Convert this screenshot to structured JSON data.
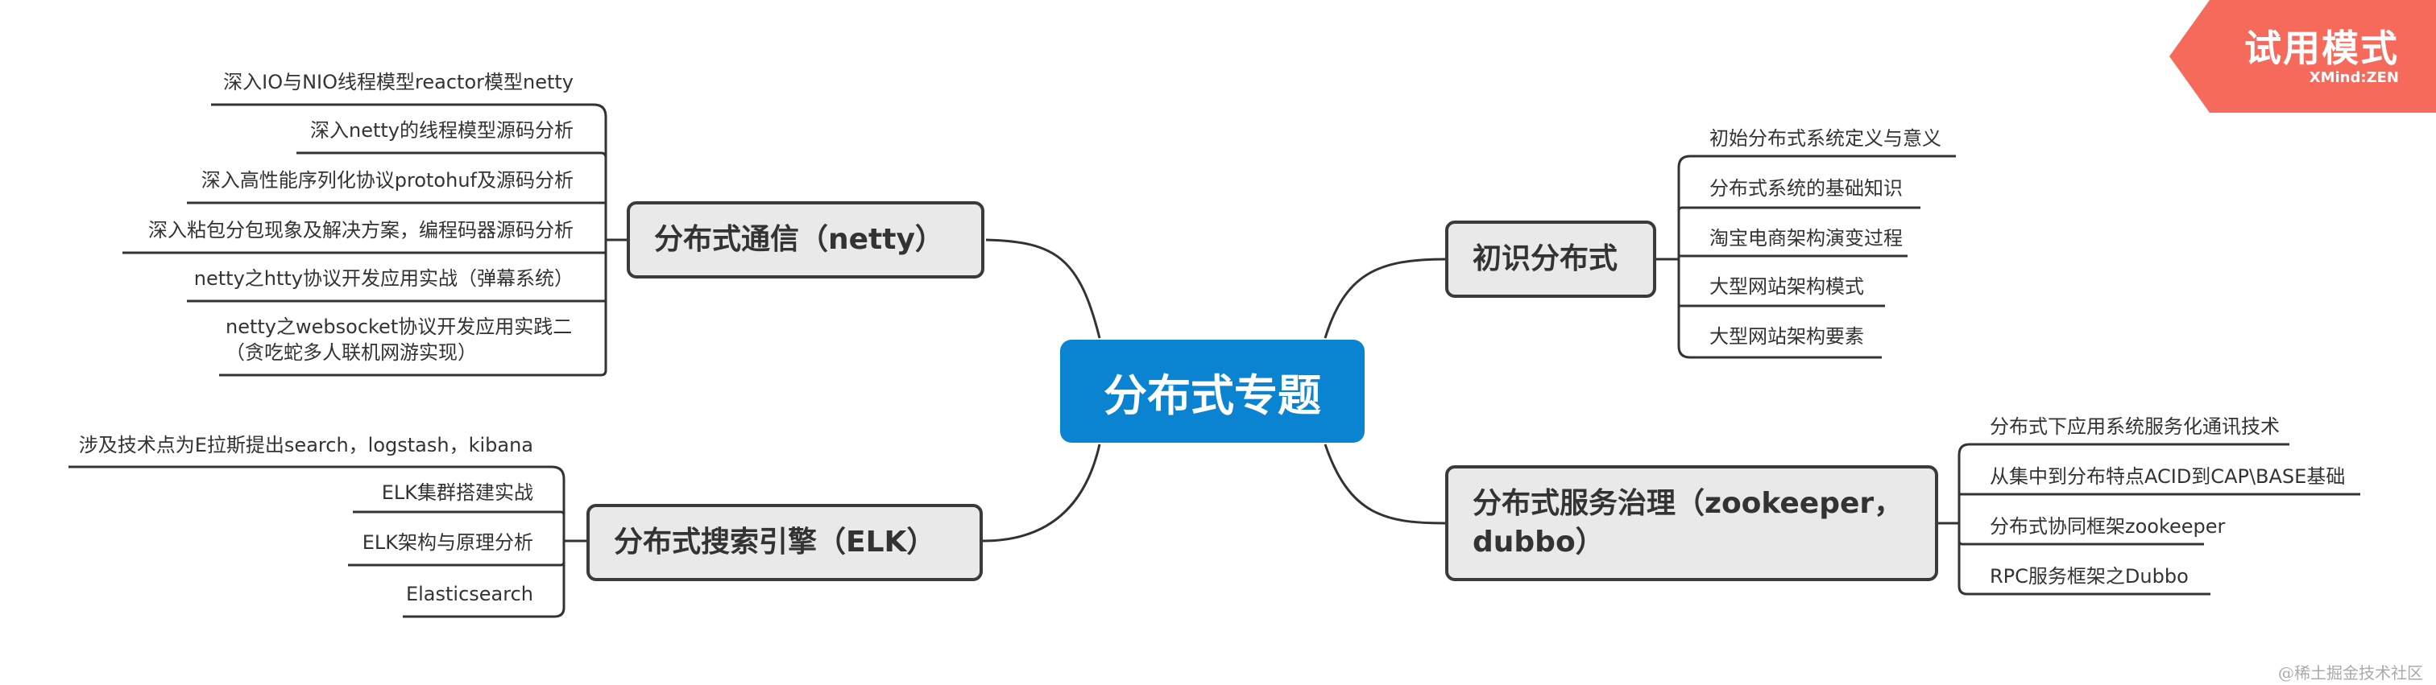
{
  "badge": {
    "title": "试用模式",
    "brand": "XMind:ZEN"
  },
  "central": "分布式专题",
  "topics": {
    "netty": {
      "title": "分布式通信（netty）",
      "items": [
        "深入IO与NIO线程模型reactor模型netty",
        "深入netty的线程模型源码分析",
        "深入高性能序列化协议protohuf及源码分析",
        "深入粘包分包现象及解决方案，编程码器源码分析",
        "netty之htty协议开发应用实战（弹幕系统）",
        "netty之websocket协议开发应用实践二（贪吃蛇多人联机网游实现）"
      ]
    },
    "elk": {
      "title": "分布式搜索引擎（ELK）",
      "items": [
        "涉及技术点为E拉斯提出search，logstash，kibana",
        "ELK集群搭建实战",
        "ELK架构与原理分析",
        "Elasticsearch"
      ]
    },
    "intro": {
      "title": "初识分布式",
      "items": [
        "初始分布式系统定义与意义",
        "分布式系统的基础知识",
        "淘宝电商架构演变过程",
        "大型网站架构模式",
        "大型网站架构要素"
      ]
    },
    "zk": {
      "title": "分布式服务治理（zookeeper，dubbo）",
      "items": [
        "分布式下应用系统服务化通讯技术",
        "从集中到分布特点ACID到CAP\\BASE基础",
        "分布式协同框架zookeeper",
        "RPC服务框架之Dubbo"
      ]
    }
  },
  "footer": "@稀土掘金技术社区",
  "colors": {
    "central": "#0a83d0",
    "topic_fill": "#e9e9e9",
    "topic_border": "#3a3a3a",
    "badge": "#f56a5b",
    "line": "#333333"
  }
}
